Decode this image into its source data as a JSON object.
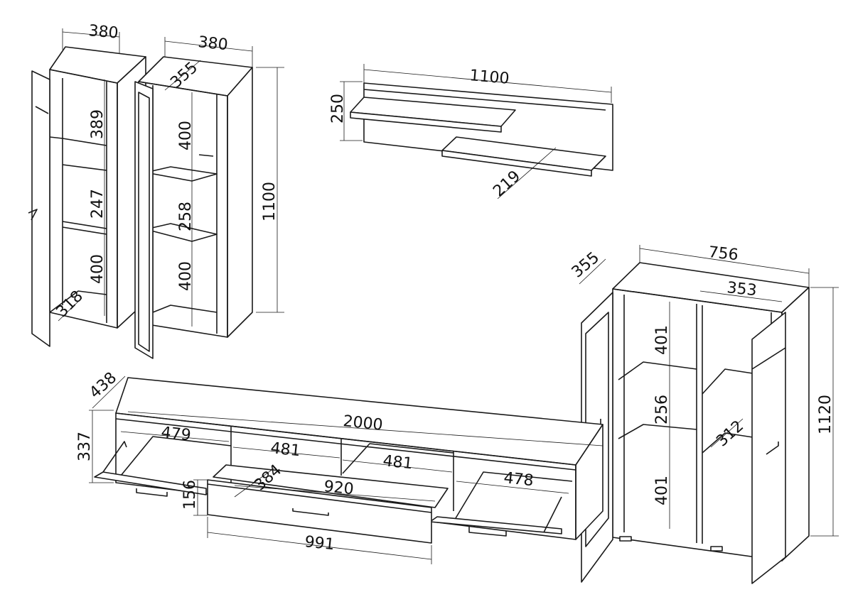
{
  "tall_cabinet_left": {
    "width": "380",
    "shelf_top": "389",
    "shelf_mid": "247",
    "shelf_bottom": "400",
    "depth": "318"
  },
  "tall_cabinet_glass": {
    "width": "380",
    "depth": "355",
    "shelf_top": "400",
    "shelf_mid": "258",
    "shelf_bottom": "400",
    "height": "1100"
  },
  "wall_shelf": {
    "width": "1100",
    "height": "250",
    "depth": "219"
  },
  "highboard": {
    "width": "756",
    "depth": "355",
    "inner_width": "353",
    "shelf_top": "401",
    "shelf_mid": "256",
    "shelf_bottom": "401",
    "inner_depth": "312",
    "height": "1120"
  },
  "tv_unit": {
    "depth": "438",
    "height": "337",
    "width": "2000",
    "compartment_1": "479",
    "compartment_2": "481",
    "compartment_3": "481",
    "compartment_4": "478",
    "drawer_depth": "384",
    "drawer_inner_width": "920",
    "drawer_height": "156",
    "drawer_width": "991"
  }
}
